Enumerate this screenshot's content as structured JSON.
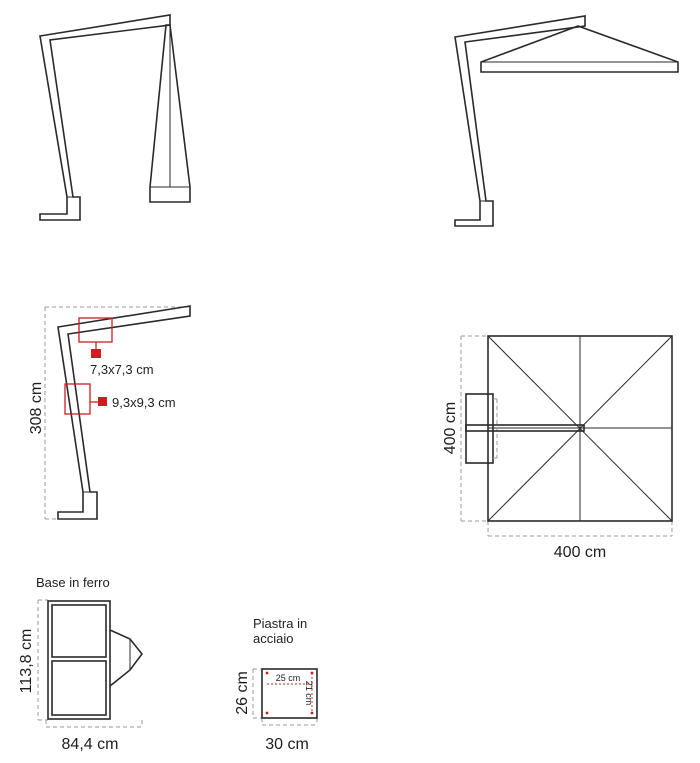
{
  "side_view": {
    "height_label": "308 cm",
    "upper_section_label": "7,3x7,3 cm",
    "lower_section_label": "9,3x9,3 cm"
  },
  "top_view": {
    "depth_label": "400 cm",
    "width_label": "400 cm"
  },
  "base": {
    "title": "Base in ferro",
    "height_label": "113,8 cm",
    "width_label": "84,4 cm"
  },
  "plate": {
    "title_line1": "Piastra in",
    "title_line2": "acciaio",
    "height_label": "26 cm",
    "width_label": "30 cm",
    "inner_width_label": "25 cm",
    "inner_height_label": "21 cm"
  },
  "colors": {
    "line": "#2a2a2a",
    "dimension": "#9a9a9a",
    "highlight": "#c8201e"
  }
}
